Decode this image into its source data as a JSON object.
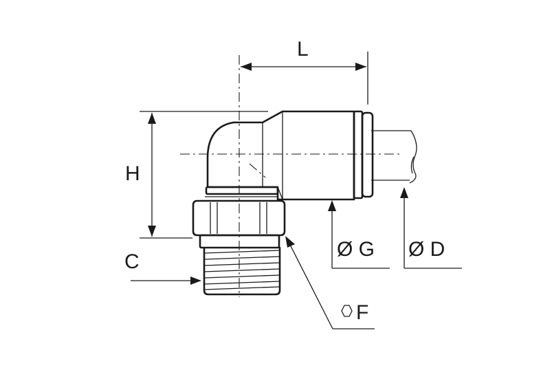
{
  "labels": {
    "L": "L",
    "H": "H",
    "C": "C",
    "G": "Ø G",
    "D": "Ø D",
    "F": "F"
  },
  "icons": {
    "F": "hexagon-icon"
  }
}
